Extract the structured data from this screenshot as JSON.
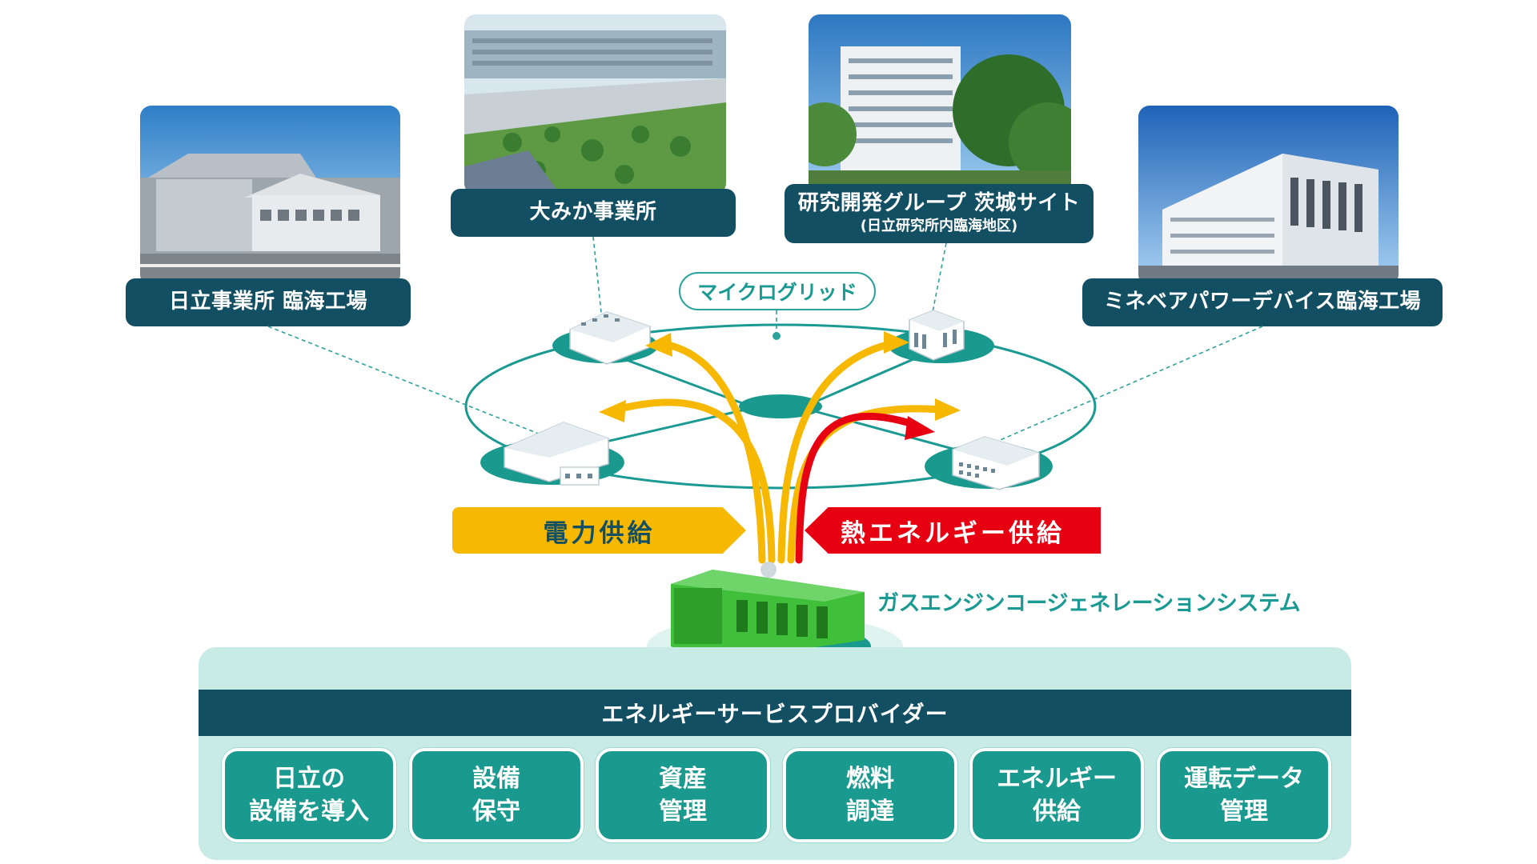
{
  "sites": {
    "hitachi": {
      "label": "日立事業所 臨海工場"
    },
    "omika": {
      "label": "大みか事業所"
    },
    "rd": {
      "label": "研究開発グループ 茨城サイト",
      "sublabel": "(日立研究所内臨海地区)"
    },
    "minebea": {
      "label": "ミネベアパワーデバイス臨海工場"
    }
  },
  "microgrid": {
    "label": "マイクログリッド"
  },
  "supply": {
    "power": "電力供給",
    "heat": "熱エネルギー供給"
  },
  "gas_engine": {
    "label": "ガスエンジンコージェネレーションシステム"
  },
  "esp": {
    "title": "エネルギーサービスプロバイダー",
    "services": [
      {
        "label": "日立の\n設備を導入"
      },
      {
        "label": "設備\n保守"
      },
      {
        "label": "資産\n管理"
      },
      {
        "label": "燃料\n調達"
      },
      {
        "label": "エネルギー\n供給"
      },
      {
        "label": "運転データ\n管理"
      }
    ]
  },
  "colors": {
    "navy": "#134f63",
    "teal": "#1a9a93",
    "power_yellow": "#f6b800",
    "heat_red": "#e60012",
    "light_teal": "#c8ebe6",
    "engine_green": "#3fbf3a"
  },
  "icons": [
    "building-icon",
    "factory-icon",
    "generator-icon"
  ]
}
